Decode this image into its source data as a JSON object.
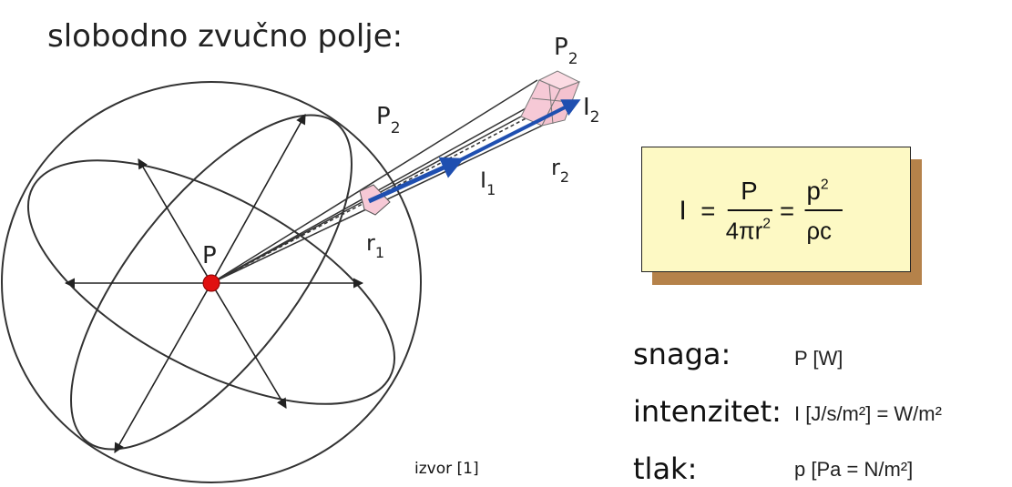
{
  "title": "slobodno zvučno polje:",
  "diagram": {
    "source_label": "P",
    "near_point": {
      "label": "P",
      "sub": "2",
      "radius_label": "r",
      "radius_sub": "1",
      "intensity_label": "I",
      "intensity_sub": "1"
    },
    "far_point": {
      "label": "P",
      "sub": "2",
      "radius_label": "r",
      "radius_sub": "2",
      "intensity_label": "I",
      "intensity_sub": "2"
    },
    "colors": {
      "source_dot": "#e01010",
      "vector": "#1f4fb0",
      "patch": "#f6c9d6"
    }
  },
  "formula": {
    "lhs": "I",
    "frac1_num": "P",
    "frac1_den": "4πr",
    "frac1_den_sup": "2",
    "frac2_num": "p",
    "frac2_num_sup": "2",
    "frac2_den": "ρc",
    "colors": {
      "fill": "#fdf9c4",
      "shadow": "#b5824a"
    }
  },
  "definitions": [
    {
      "label": "snaga:",
      "value": "P  [W]"
    },
    {
      "label": "intenzitet:",
      "value": "I [J/s/m²] = W/m²"
    },
    {
      "label": "tlak:",
      "value": "p [Pa = N/m²]"
    }
  ],
  "source": "izvor [1]"
}
